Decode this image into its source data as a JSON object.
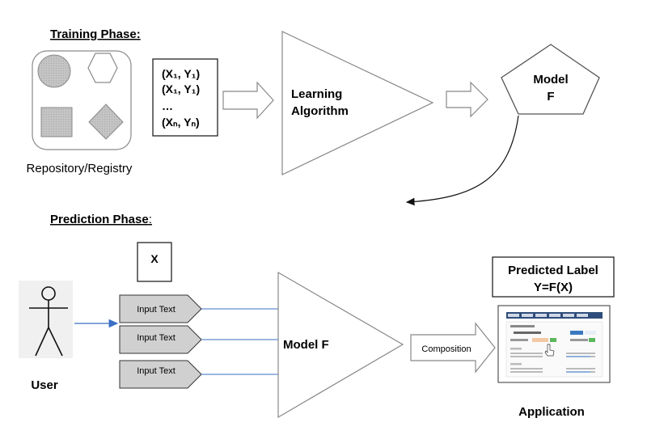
{
  "training": {
    "heading": "Training Phase:",
    "repository_label": "Repository/Registry",
    "dataset": {
      "row1": "(X₁, Y₁)",
      "row2": "(X₁, Y₁)",
      "ellipsis": "…",
      "rown": "(Xₙ, Yₙ)"
    },
    "algorithm": {
      "line1": "Learning",
      "line2": "Algorithm"
    },
    "model": {
      "line1": "Model",
      "line2": "F"
    }
  },
  "prediction": {
    "heading": "Prediction Phase",
    "heading_colon": ":",
    "input_x": "X",
    "inputs": [
      "Input Text",
      "Input Text",
      "Input Text"
    ],
    "model_label": "Model F",
    "composition_label": "Composition",
    "predicted_label": {
      "line1": "Predicted Label",
      "line2": "Y=F(X)"
    },
    "user_label": "User",
    "application_label": "Application"
  },
  "colors": {
    "shape_fill": "#c8c8c8",
    "input_fill": "#d0d0d0",
    "arrow_blue": "#3a6fc4",
    "app_header": "#2f4d7a",
    "app_green": "#5cb85c"
  }
}
